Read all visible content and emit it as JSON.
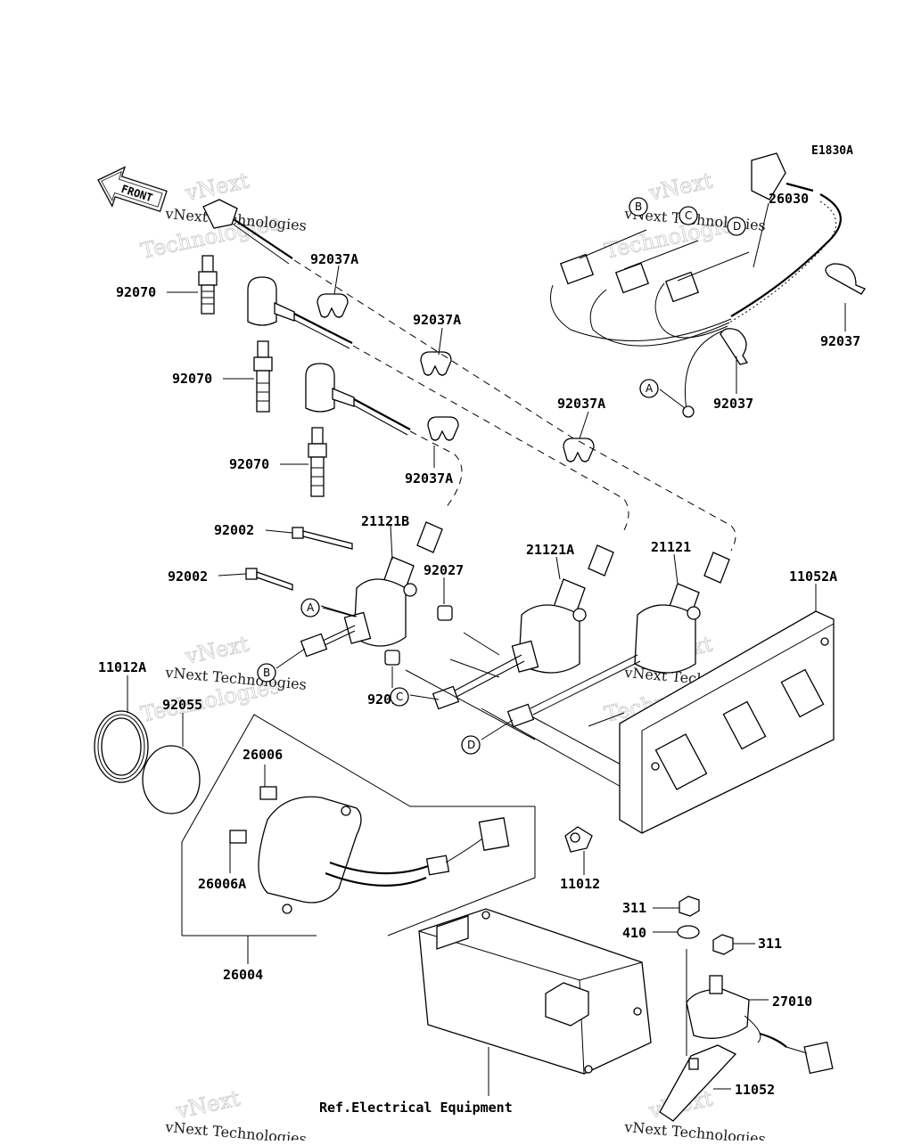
{
  "diagram_code": "E1830A",
  "front_label": "FRONT",
  "reference_note": "Ref.Electrical Equipment",
  "watermark": {
    "line1": "vNext Technologies",
    "big1": "vNext",
    "big2": "Technologies"
  },
  "callouts": {
    "p26030": "26030",
    "p92037_a": "92037",
    "p92037_b": "92037",
    "p92037A_1": "92037A",
    "p92037A_2": "92037A",
    "p92037A_3": "92037A",
    "p92037A_4": "92037A",
    "p92070_1": "92070",
    "p92070_2": "92070",
    "p92070_3": "92070",
    "p92002_1": "92002",
    "p92002_2": "92002",
    "p21121B": "21121B",
    "p21121A": "21121A",
    "p21121": "21121",
    "p92027_1": "92027",
    "p92027_2": "92027",
    "p11052A": "11052A",
    "p11012A": "11012A",
    "p92055": "92055",
    "p26006": "26006",
    "p26006A": "26006A",
    "p26004": "26004",
    "p11012": "11012",
    "p311_1": "311",
    "p410": "410",
    "p311_2": "311",
    "p27010": "27010",
    "p11052": "11052"
  },
  "connector_markers": {
    "a1": "A",
    "b1": "B",
    "c1": "C",
    "d1": "D",
    "a2": "A",
    "b2": "B",
    "c2": "C",
    "d2": "D"
  }
}
